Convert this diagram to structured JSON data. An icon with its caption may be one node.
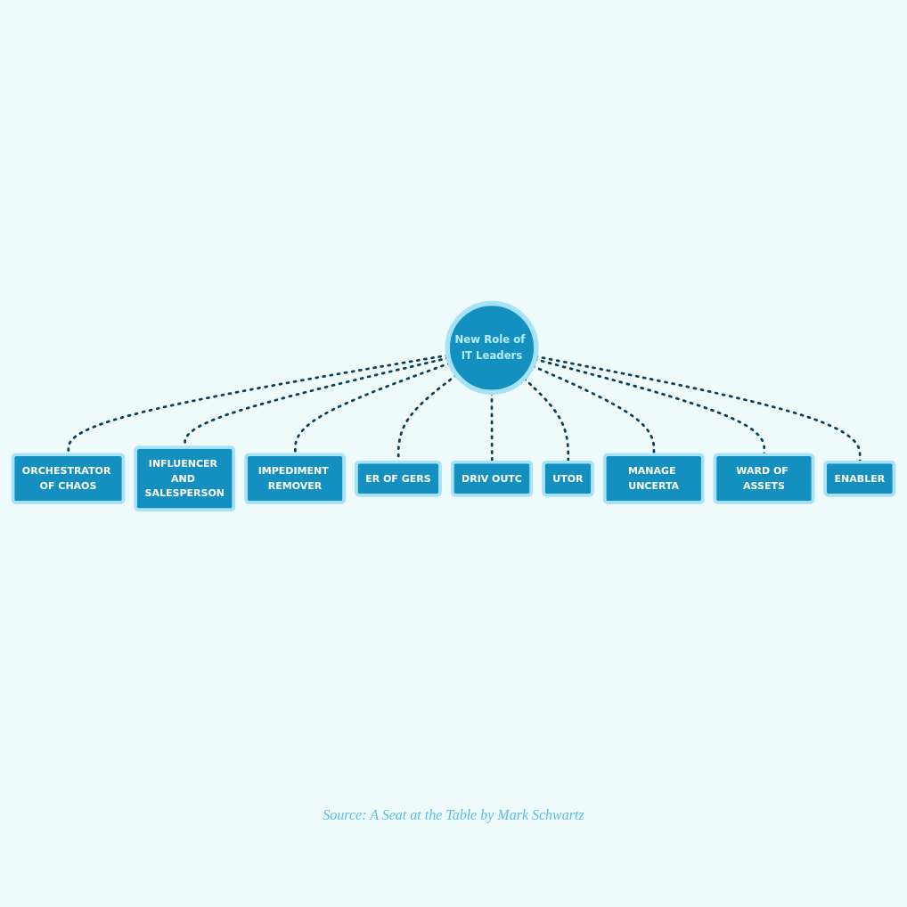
{
  "diagram": {
    "nodes": [
      {
        "text": [
          "New Role of IT Leaders"
        ]
      },
      {
        "text": [
          "ORCHESTRATOR OF CHAOS"
        ]
      },
      {
        "text": [
          "INFLUENCER AND SALESPERSON"
        ]
      },
      {
        "text": [
          "IMPEDIMENT REMOVER"
        ]
      },
      {
        "text": [
          "ER OF GERS"
        ]
      },
      {
        "text": [
          "DRIV OUTC"
        ]
      },
      {
        "text": [
          "UTOR"
        ]
      },
      {
        "text": [
          "MANAGE UNCERTA"
        ]
      },
      {
        "text": [
          "WARD OF ASSETS"
        ]
      },
      {
        "text": [
          "ENABLER"
        ]
      }
    ],
    "edges": [
      {
        "from": 0,
        "to": 1,
        "arrow": "none",
        "style": "dashed"
      },
      {
        "from": 0,
        "to": 2,
        "arrow": "none",
        "style": "dashed"
      },
      {
        "from": 0,
        "to": 3,
        "arrow": "none",
        "style": "dashed"
      },
      {
        "from": 0,
        "to": 4,
        "arrow": "none",
        "style": "dashed"
      },
      {
        "from": 0,
        "to": 5,
        "arrow": "none",
        "style": "dashed"
      },
      {
        "from": 0,
        "to": 6,
        "arrow": "none",
        "style": "dashed"
      },
      {
        "from": 0,
        "to": 7,
        "arrow": "none",
        "style": "dashed"
      },
      {
        "from": 0,
        "to": 8,
        "arrow": "none",
        "style": "dashed"
      },
      {
        "from": 0,
        "to": 9,
        "arrow": "none",
        "style": "dashed"
      }
    ],
    "labels": [
      "Source: A Seat at the Table by Mark Schwartz"
    ]
  }
}
